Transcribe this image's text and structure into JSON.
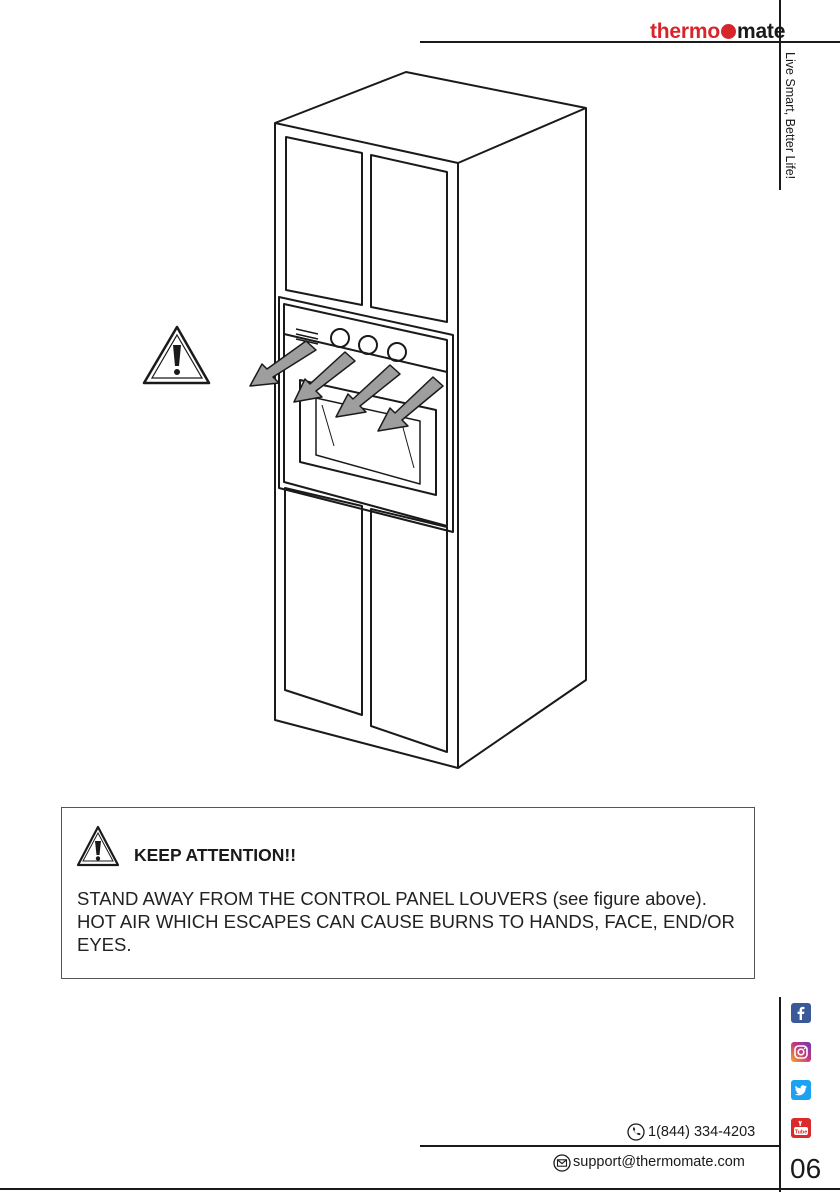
{
  "header": {
    "brand_red": "thermo",
    "brand_dark": "mate",
    "tagline": "Live Smart, Better Life!"
  },
  "notice": {
    "title": "KEEP ATTENTION!!",
    "body": "STAND AWAY FROM THE CONTROL PANEL LOUVERS (see figure above). HOT AIR WHICH ESCAPES CAN CAUSE BURNS TO HANDS, FACE, END/OR EYES."
  },
  "footer": {
    "phone": "1(844) 334-4203",
    "email": "support@thermomate.com",
    "page_number": "06"
  },
  "icons": [
    "phone-icon",
    "mail-icon",
    "facebook-icon",
    "instagram-icon",
    "twitter-icon",
    "youtube-icon",
    "warning-icon",
    "flame-icon"
  ],
  "colors": {
    "brand_red": "#d7262b",
    "facebook": "#3b5998",
    "instagram": "#c13584",
    "twitter": "#1da1f2",
    "youtube": "#d92b2b"
  }
}
